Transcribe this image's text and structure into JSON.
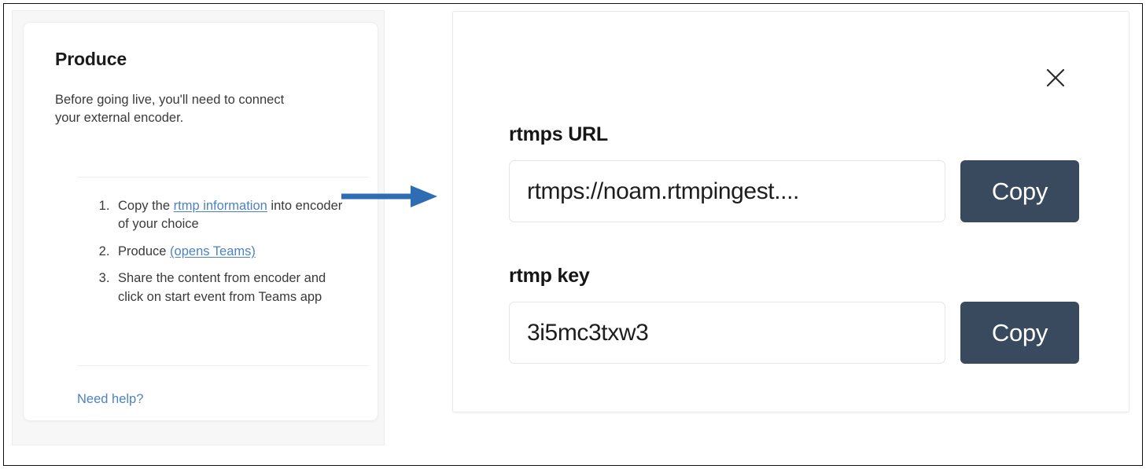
{
  "frame": {
    "border_color": "#111111"
  },
  "left_panel": {
    "title": "Produce",
    "description": "Before going live, you'll need to connect your external encoder.",
    "steps": [
      {
        "id": 1,
        "prefix": "Copy the ",
        "link": "rtmp information",
        "suffix": " into encoder of your choice"
      },
      {
        "id": 2,
        "prefix": "Produce ",
        "link": "(opens Teams)",
        "suffix": ""
      },
      {
        "id": 3,
        "prefix": "Share the content from encoder and click on start event from Teams app",
        "link": "",
        "suffix": ""
      }
    ],
    "need_help_label": "Need help?",
    "link_color": "#4c82c3"
  },
  "connector": {
    "icon": "arrow-right-icon",
    "color": "#2e6db4"
  },
  "right_panel": {
    "close_icon": "close-icon",
    "accent_color": "#394a5f",
    "fields": [
      {
        "label": "rtmps URL",
        "value": "rtmps://noam.rtmpingest....",
        "placeholder": "rtmps URL",
        "copy_label": "Copy"
      },
      {
        "label": "rtmp key",
        "value": "3i5mc3txw3",
        "placeholder": "rtmp key",
        "copy_label": "Copy"
      }
    ]
  }
}
